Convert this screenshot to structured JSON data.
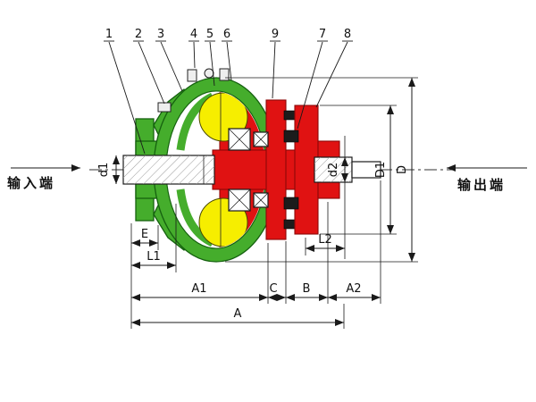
{
  "diagram": {
    "callouts": [
      "1",
      "2",
      "3",
      "4",
      "5",
      "6",
      "9",
      "7",
      "8"
    ],
    "ports": {
      "input": "输入端",
      "output": "输出端"
    },
    "dims": {
      "d1": "d1",
      "d2": "d2",
      "D1": "D1",
      "D": "D",
      "E": "E",
      "L1": "L1",
      "L2": "L2",
      "A1": "A1",
      "C": "C",
      "B": "B",
      "A2": "A2",
      "A": "A"
    },
    "colors": {
      "pump_green": "#45ad2c",
      "turbine_red": "#e01212",
      "chamber_yellow": "#f6ee00",
      "line": "#1a1a1a",
      "background": "#ffffff"
    }
  }
}
